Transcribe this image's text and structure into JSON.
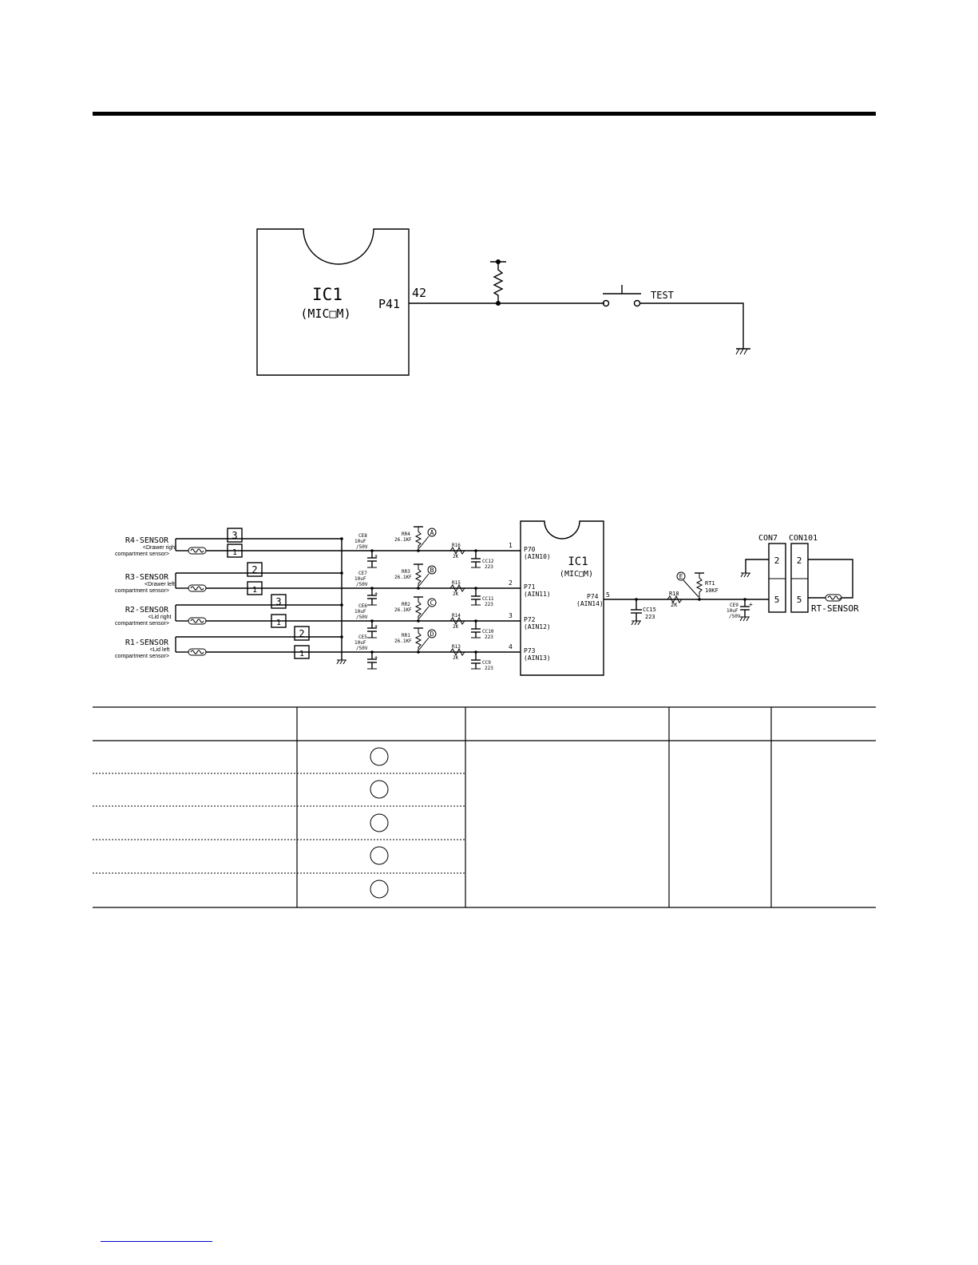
{
  "test_circuit": {
    "ic_name": "IC1",
    "ic_sub": "(MIC□M)",
    "pin_name": "P41",
    "pin_number": "42",
    "switch_label": "TEST"
  },
  "sensor_circuit": {
    "ic_name": "IC1",
    "ic_sub": "(MIC□M)",
    "sensors": [
      {
        "name": "R4-SENSOR",
        "desc1": "<Drawer right",
        "desc2": "compartment sensor>",
        "pin_top": "3",
        "pin_bot": "1"
      },
      {
        "name": "R3-SENSOR",
        "desc1": "<Drawer left",
        "desc2": "compartment sensor>",
        "pin_top": "2",
        "pin_bot": "1"
      },
      {
        "name": "R2-SENSOR",
        "desc1": "<Lid right",
        "desc2": "compartment sensor>",
        "pin_top": "3",
        "pin_bot": "1"
      },
      {
        "name": "R1-SENSOR",
        "desc1": "<Lid left",
        "desc2": "compartment sensor>",
        "pin_top": "2",
        "pin_bot": "1"
      }
    ],
    "channels": [
      {
        "cap": "CE8",
        "cap_val1": "10uF",
        "cap_val2": "/50V",
        "rr": "RR4",
        "rr_val": "26.1KF",
        "node": "A",
        "r": "R16",
        "r_val": "2K",
        "cc": "CC12",
        "cc_val": "223",
        "pin_no": "1",
        "port": "P70",
        "ain": "(AIN10)"
      },
      {
        "cap": "CE7",
        "cap_val1": "10uF",
        "cap_val2": "/50V",
        "rr": "RR3",
        "rr_val": "26.1KF",
        "node": "B",
        "r": "R15",
        "r_val": "2K",
        "cc": "CC11",
        "cc_val": "223",
        "pin_no": "2",
        "port": "P71",
        "ain": "(AIN11)"
      },
      {
        "cap": "CE6",
        "cap_val1": "10uF",
        "cap_val2": "/50V",
        "rr": "RR2",
        "rr_val": "26.1KF",
        "node": "C",
        "r": "R14",
        "r_val": "2K",
        "cc": "CC10",
        "cc_val": "223",
        "pin_no": "3",
        "port": "P72",
        "ain": "(AIN12)"
      },
      {
        "cap": "CE5",
        "cap_val1": "10uF",
        "cap_val2": "/50V",
        "rr": "RR1",
        "rr_val": "26.1KF",
        "node": "D",
        "r": "R13",
        "r_val": "2K",
        "cc": "CC9",
        "cc_val": "223",
        "pin_no": "4",
        "port": "P73",
        "ain": "(AIN13)"
      }
    ],
    "rt": {
      "port": "P74",
      "ain": "(AIN14)",
      "pin_no": "5",
      "cc": "CC15",
      "cc_val": "223",
      "r": "R18",
      "r_val": "2K",
      "node": "E",
      "rt1": "RT1",
      "rt1_val": "10KF",
      "cap": "CE9",
      "cap_val1": "10uF",
      "cap_val2": "/50V",
      "con7": "CON7",
      "con101": "CON101",
      "con_pin_a": "2",
      "con_pin_b": "5",
      "sensor": "RT-SENSOR"
    }
  },
  "table": {
    "headers": [
      "",
      "",
      "",
      "",
      ""
    ],
    "rows": [
      {
        "point": ""
      },
      {
        "point": ""
      },
      {
        "point": ""
      },
      {
        "point": ""
      },
      {
        "point": ""
      }
    ]
  }
}
